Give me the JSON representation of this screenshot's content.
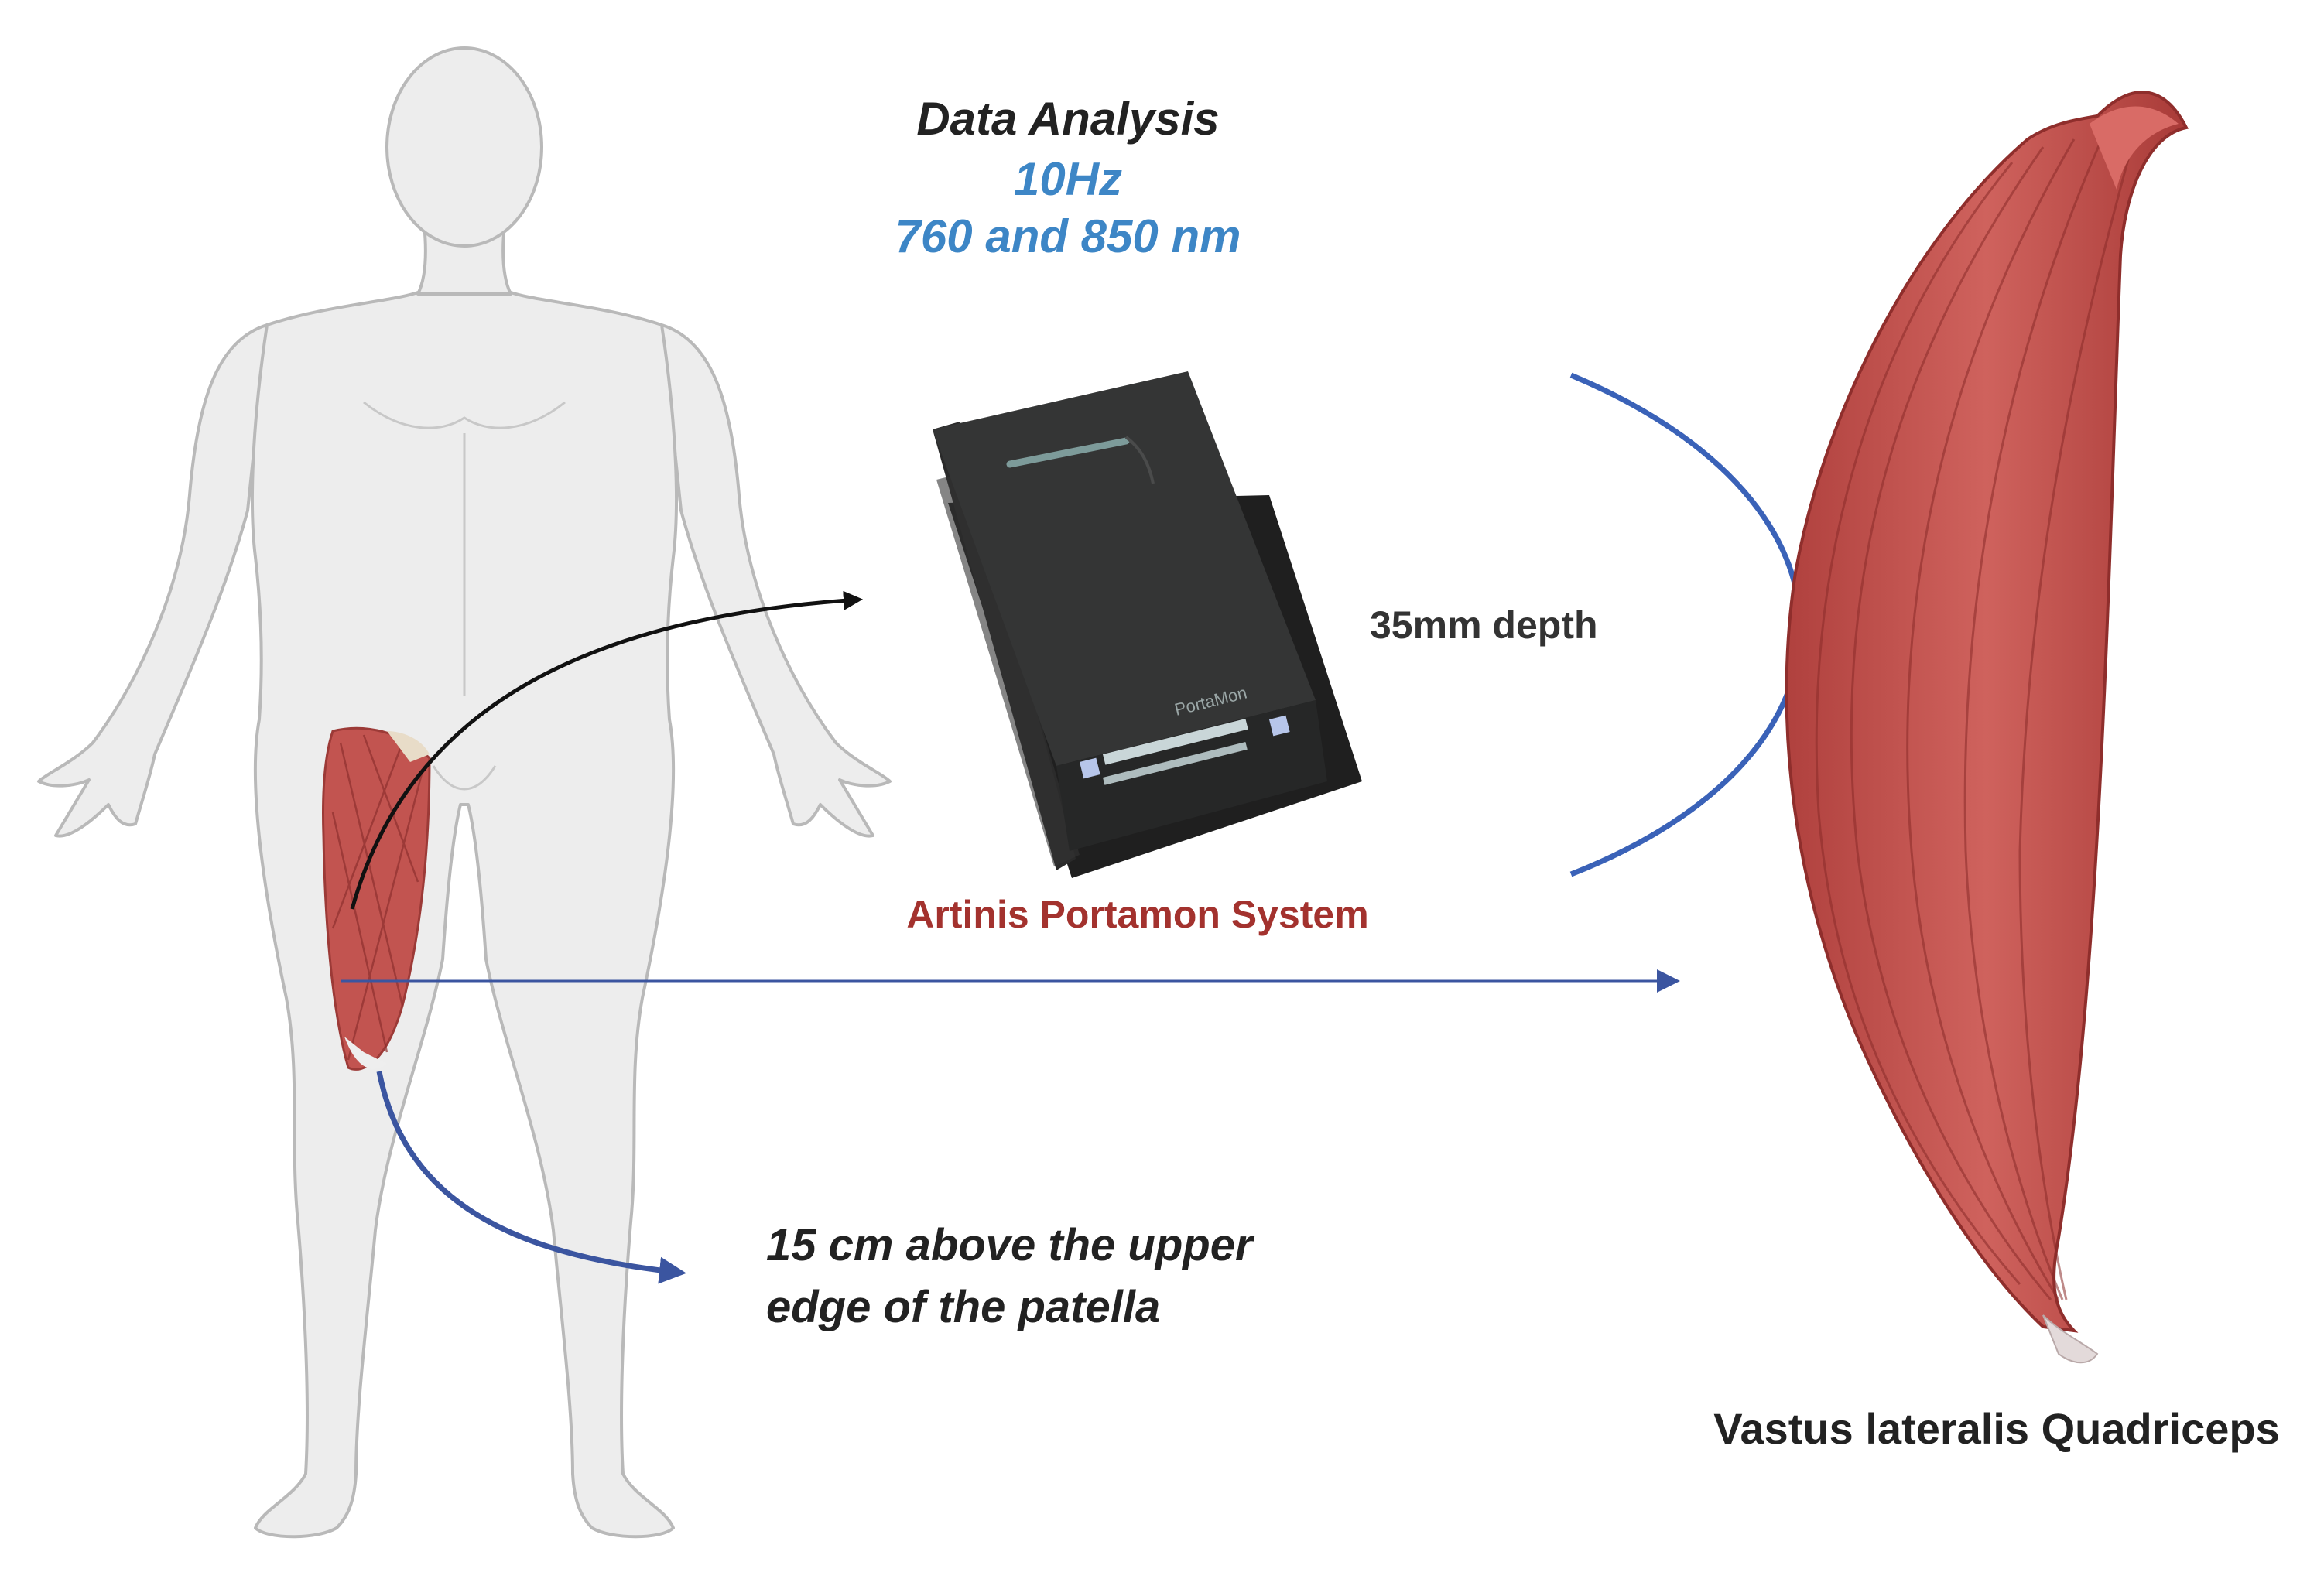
{
  "labels": {
    "data_analysis": "Data Analysis",
    "frequency": "10Hz",
    "wavelengths": "760 and 850 nm",
    "device_name": "Artinis Portamon System",
    "device_brand": "PortaMon",
    "depth": "35mm depth",
    "location_line1": "15 cm above the upper",
    "location_line2": "edge of the patella",
    "muscle_name": "Vastus lateralis Quadriceps"
  },
  "icons": {
    "body": "human-body-icon",
    "device": "nirs-device-icon",
    "muscle": "muscle-icon"
  },
  "colors": {
    "body_fill": "#ededed",
    "body_stroke": "#b9b9b9",
    "muscle": "#c25450",
    "device": "#2e2f2f",
    "accent_blue": "#3d86c6",
    "arrow_navy": "#3b55a0",
    "device_label": "#a3322e"
  }
}
